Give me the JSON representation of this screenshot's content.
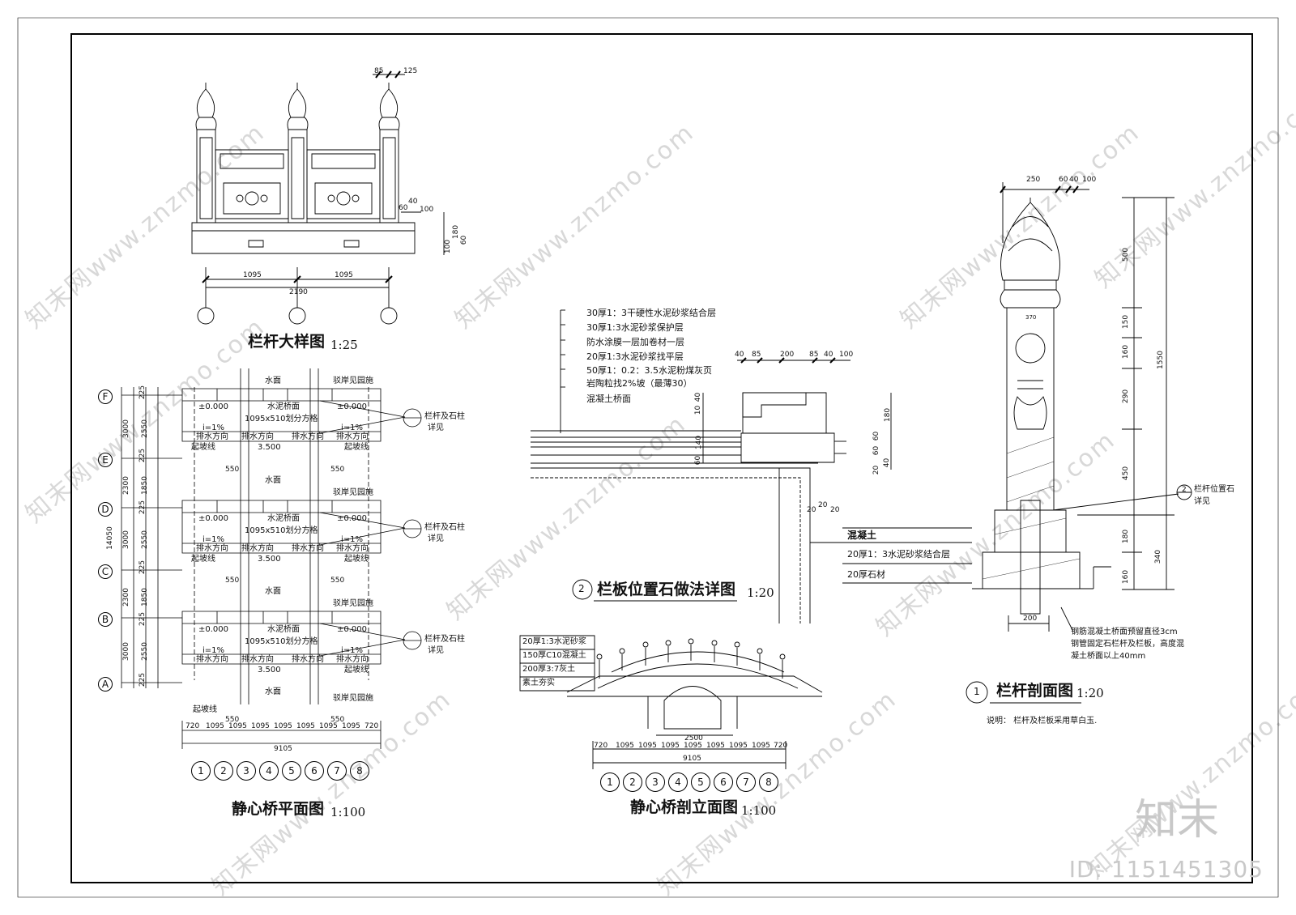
{
  "drawings": {
    "railing_detail": {
      "title": "栏杆大样图",
      "scale": "1:25",
      "dims": {
        "top": [
          "85",
          "125"
        ],
        "spans": [
          "1095",
          "1095"
        ],
        "total": "2190",
        "right": [
          "60",
          "40",
          "100"
        ],
        "vertical": [
          "180",
          "100",
          "60"
        ]
      }
    },
    "plan": {
      "title": "静心桥平面图",
      "scale": "1:100",
      "row_axes": [
        "F",
        "E",
        "D",
        "C",
        "B",
        "A"
      ],
      "col_axes": [
        "1",
        "2",
        "3",
        "4",
        "5",
        "6",
        "7",
        "8"
      ],
      "col_dims": [
        "720",
        "1095",
        "1095",
        "1095",
        "1095",
        "1095",
        "1095",
        "1095",
        "720"
      ],
      "col_total": "9105",
      "left_dims": [
        "225",
        "3000",
        "2550",
        "225",
        "2300",
        "1850",
        "225",
        "3000",
        "2550",
        "225",
        "2300",
        "1850",
        "225",
        "3000",
        "2550",
        "225"
      ],
      "left_total": "14050",
      "gap_dim": "550",
      "labels": {
        "water": "水面",
        "revetment": "驳岸见园施",
        "level0": "±0.000",
        "deck": "水泥桥面",
        "grid": "1095x510划分方格",
        "slope": "i=1%",
        "drain": "排水方向",
        "start_slope": "起坡线",
        "level1": "3.500",
        "callout": "栏杆及石柱",
        "callout2": "详见"
      }
    },
    "paving": {
      "title": "栏板位置石做法详图",
      "scale": "1:20",
      "number": "2",
      "layers": [
        "30厚1：3干硬性水泥砂浆结合层",
        "30厚1:3水泥砂浆保护层",
        "防水涂膜一层加卷材一层",
        "20厚1:3水泥砂浆找平层",
        "50厚1：0.2：3.5水泥粉煤灰页",
        "岩陶粒找2%坡（最薄30）",
        "混凝土桥面"
      ],
      "top_dims": [
        "40",
        "85",
        "200",
        "85",
        "40",
        "100"
      ],
      "left_dims": [
        "40",
        "10",
        "140",
        "60"
      ],
      "right_dims": [
        "180",
        "60",
        "60",
        "40",
        "20"
      ],
      "bottom_dims": [
        "20",
        "20",
        "20"
      ],
      "materials": [
        "混凝土",
        "20厚1：3水泥砂浆结合层",
        "20厚石材"
      ]
    },
    "elevation": {
      "title": "静心桥剖立面图",
      "scale": "1:100",
      "layers": [
        "20厚1:3水泥砂浆",
        "150厚C10混凝土",
        "200厚3:7灰土",
        "素土夯实"
      ],
      "arch": "2500",
      "col_dims": [
        "720",
        "1095",
        "1095",
        "1095",
        "1095",
        "1095",
        "1095",
        "1095",
        "720"
      ],
      "col_total": "9105",
      "col_axes": [
        "1",
        "2",
        "3",
        "4",
        "5",
        "6",
        "7",
        "8"
      ]
    },
    "section": {
      "title": "栏杆剖面图",
      "scale": "1:20",
      "number": "1",
      "top_dims": [
        "250",
        "60",
        "40",
        "100"
      ],
      "right_dims": [
        "500",
        "150",
        "160",
        "290",
        "450",
        "180",
        "340",
        "160"
      ],
      "total": "1550",
      "width_dim": "370",
      "base_dim": "200",
      "callout": [
        "栏杆位置石",
        "详见"
      ],
      "callout_num": "2",
      "note_lines": [
        "钢筋混凝土桥面预留直径3cm",
        "钢管固定石栏杆及栏板，高度混",
        "凝土桥面以上40mm"
      ],
      "remark": "说明：  栏杆及栏板采用草白玉."
    }
  },
  "watermark": {
    "text": "知末网www.znzmo.com",
    "logo": "知末",
    "id": "ID: 1151451305"
  }
}
